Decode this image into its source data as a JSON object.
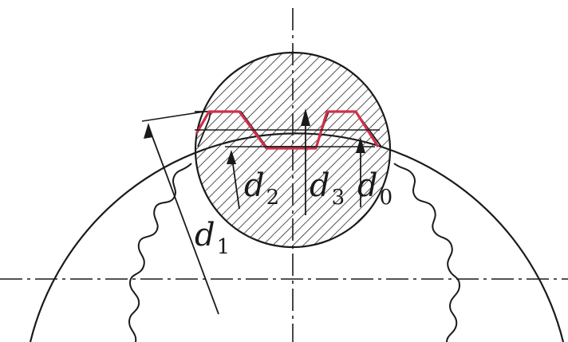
{
  "labels": {
    "d1": {
      "base": "d",
      "sub": "1"
    },
    "d2": {
      "base": "d",
      "sub": "2"
    },
    "d3": {
      "base": "d",
      "sub": "3"
    },
    "d0": {
      "base": "d",
      "sub": "0"
    }
  },
  "colors": {
    "line": "#1a1a1a",
    "hatch": "#2a2a2a",
    "profile": "#d0304a",
    "background": "#ffffff"
  }
}
